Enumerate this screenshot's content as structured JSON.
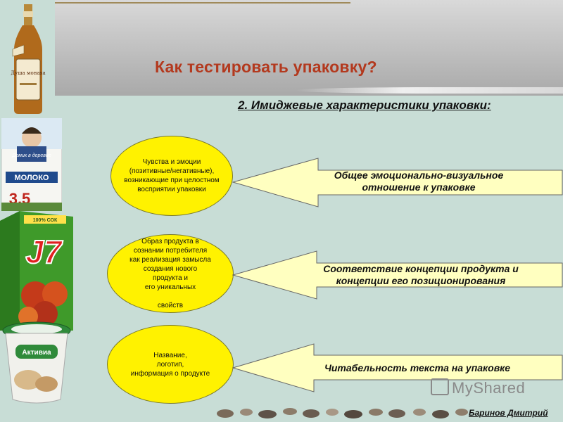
{
  "title": "Как тестировать упаковку?",
  "subtitle": "2. Имиджевые характеристики упаковки:",
  "rows": [
    {
      "oval_lines": [
        "Чувства и эмоции",
        "(позитивные/негативные),",
        "возникающие при целостном",
        "восприятии упаковки"
      ],
      "arrow_lines": [
        "Общее эмоционально-визуальное",
        "отношение к упаковке"
      ]
    },
    {
      "oval_lines": [
        "Образ продукта в",
        "сознании потребителя",
        "как реализация замысла",
        "создания нового",
        "продукта и",
        "его уникальных",
        "",
        "свойств"
      ],
      "arrow_lines": [
        "Соответствие концепции продукта и",
        "концепции его позиционирования"
      ]
    },
    {
      "oval_lines": [
        "Название,",
        "логотип,",
        "информация о продукте"
      ],
      "arrow_lines": [
        "Читабельность текста на упаковке"
      ]
    }
  ],
  "products": {
    "bottle_label": "Душа монаха",
    "milk_brand": "Домик в деревне",
    "milk_label": "МОЛОКО",
    "milk_fat": "3,5",
    "juice_brand": "J7",
    "juice_tag": "100% СОК",
    "yogurt_brand": "Активиа"
  },
  "watermark": "MyShared",
  "author": "Баринов Дмитрий",
  "colors": {
    "oval": "#fff200",
    "arrow": "#ffffc0",
    "title": "#b3391e",
    "background": "#c8ddd6"
  }
}
